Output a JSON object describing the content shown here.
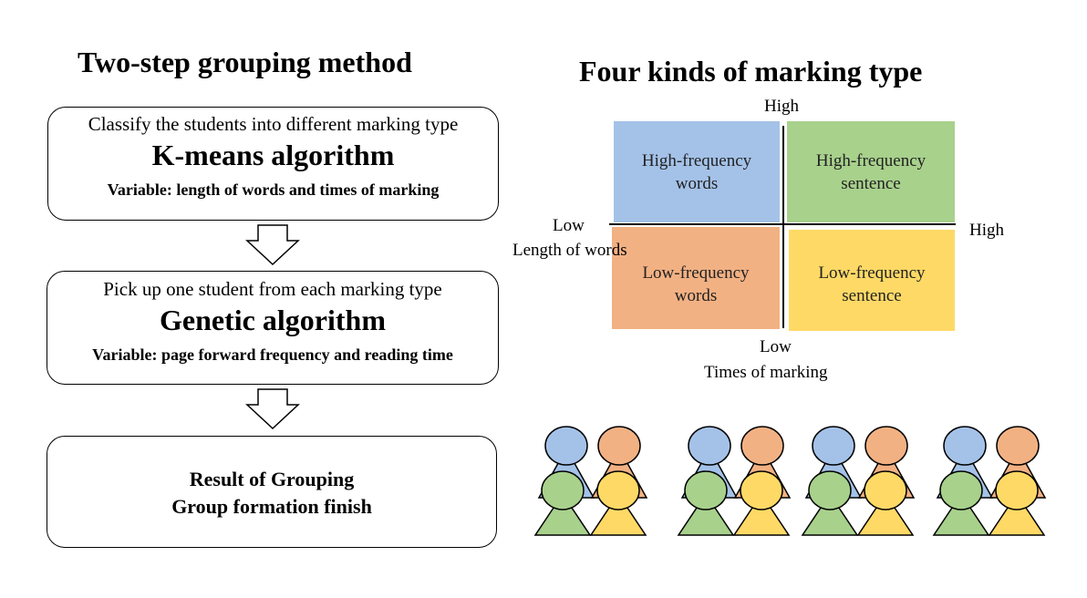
{
  "left": {
    "title": "Two-step grouping method",
    "step1": {
      "subtitle": "Classify the students into different marking type",
      "algorithm": "K-means algorithm",
      "variable": "Variable: length of words and times of marking"
    },
    "step2": {
      "subtitle": "Pick up one student from each marking type",
      "algorithm": "Genetic algorithm",
      "variable": "Variable: page forward frequency and reading time"
    },
    "result": {
      "line1": "Result of Grouping",
      "line2": "Group formation finish"
    }
  },
  "right": {
    "title": "Four kinds of marking type",
    "quadrants": {
      "top_left": {
        "line1": "High-frequency",
        "line2": "words",
        "color": "#a4c2e8"
      },
      "top_right": {
        "line1": "High-frequency",
        "line2": "sentence",
        "color": "#a8d18c"
      },
      "bottom_left": {
        "line1": "Low-frequency",
        "line2": "words",
        "color": "#f2b183"
      },
      "bottom_right": {
        "line1": "Low-frequency",
        "line2": "sentence",
        "color": "#fed966"
      }
    },
    "axes": {
      "vertical_high": "High",
      "vertical_low": "Low",
      "vertical_name": "Times of marking",
      "horizontal_low": "Low",
      "horizontal_high": "High",
      "horizontal_name": "Length of words"
    },
    "groups": {
      "count": 4,
      "member_colors": [
        "#a4c2e8",
        "#f2b183",
        "#a8d18c",
        "#fed966"
      ]
    }
  }
}
